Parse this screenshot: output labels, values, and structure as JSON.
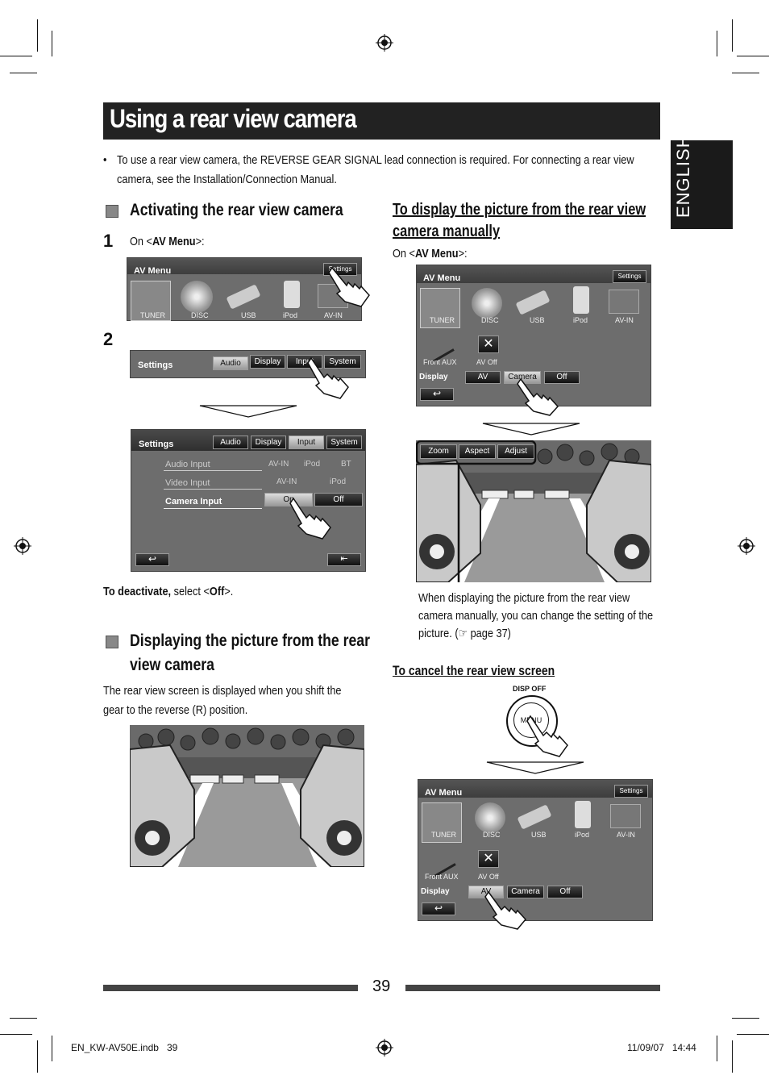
{
  "title": "Using a rear view camera",
  "language_tab": "ENGLISH",
  "intro_bullet": "•",
  "intro_line1": "To use a rear view camera, the REVERSE GEAR SIGNAL lead connection is required. For connecting a rear view",
  "intro_line2": "camera, see the Installation/Connection Manual.",
  "left": {
    "section1_title": "Activating the rear view camera",
    "step1_num": "1",
    "step1_text_pre": "On <",
    "step1_text_bold": "AV Menu",
    "step1_text_post": ">:",
    "step2_num": "2",
    "deactivate_bold": "To deactivate,",
    "deactivate_mid": " select <",
    "deactivate_off": "Off",
    "deactivate_end": ">.",
    "section2_title_line1": "Displaying the picture from the rear",
    "section2_title_line2": "view camera",
    "section2_body_line1": "The rear view screen is displayed when you shift the",
    "section2_body_line2": "gear to the reverse (R) position."
  },
  "right": {
    "manual_title_line1": "To display the picture from the rear view",
    "manual_title_line2": "camera manually",
    "manual_on_pre": "On <",
    "manual_on_bold": "AV Menu",
    "manual_on_post": ">:",
    "note_line1": "When displaying the picture from the rear view",
    "note_line2": "camera manually, you can change the setting of the",
    "note_line3": "picture. (☞ page 37)",
    "cancel_title": "To cancel the rear view screen",
    "disp_off_label": "DISP OFF",
    "menu_label": "MENU"
  },
  "av_menu": {
    "title": "AV Menu",
    "settings": "Settings",
    "items": [
      "TUNER",
      "DISC",
      "USB",
      "iPod",
      "AV-IN"
    ],
    "front_aux": "Front AUX",
    "av_off": "AV Off",
    "display": "Display",
    "display_options": [
      "AV",
      "Camera",
      "Off"
    ]
  },
  "settings_screen": {
    "title": "Settings",
    "tabs": [
      "Audio",
      "Display",
      "Input",
      "System"
    ],
    "audio_input": "Audio Input",
    "audio_opts": [
      "AV-IN",
      "iPod",
      "BT"
    ],
    "video_input": "Video Input",
    "video_opts": [
      "AV-IN",
      "iPod"
    ],
    "camera_input": "Camera Input",
    "camera_opts": [
      "On",
      "Off"
    ]
  },
  "camera_buttons": [
    "Zoom",
    "Aspect",
    "Adjust"
  ],
  "page_number": "39",
  "footer_left": "EN_KW-AV50E.indb   39",
  "footer_right": "11/09/07   14:44"
}
